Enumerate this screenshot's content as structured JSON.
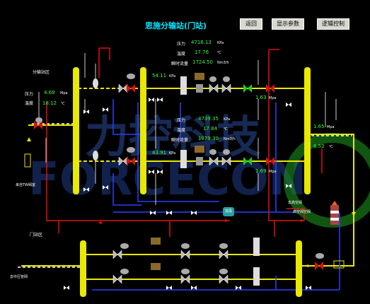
{
  "header": {
    "title": "思施分输站(门站)",
    "buttons": [
      "返回",
      "显示参数",
      "逻辑控制"
    ]
  },
  "zones": {
    "separation": "分输站区",
    "gate": "门站区",
    "from_tw": "来自TW阀室",
    "to_pipe": "去中压管网",
    "to_valve": "去高空阀",
    "from_valve": "高空阀空阀"
  },
  "left_inlet": {
    "pressure_label": "压力",
    "pressure": "4.68",
    "pressure_unit": "Mpa",
    "temp_label": "温度",
    "temp": "18.12",
    "temp_unit": "℃"
  },
  "meter_top": {
    "pressure_label": "压力",
    "pressure": "4716.13",
    "pressure_unit": "KPa",
    "temp_label": "温度",
    "temp": "17.76",
    "temp_unit": "℃",
    "flow_label": "瞬时流量",
    "flow": "1724.50",
    "flow_unit": "Nm3/h"
  },
  "meter_bottom": {
    "pressure_label": "压力",
    "pressure": "4739.35",
    "pressure_unit": "KPa",
    "temp_label": "温度",
    "temp": "17.84",
    "temp_unit": "℃",
    "flow_label": "瞬时流量",
    "flow": "1879.30",
    "flow_unit": "Nm3/h"
  },
  "line_values": {
    "top_left": "54.11",
    "top_left_unit": "KPa",
    "bottom_left": "43.91",
    "bottom_left_unit": "KPa",
    "top_right": "1.63",
    "top_right_unit": "Mpa",
    "bottom_right": "1.69",
    "bottom_right_unit": "Mpa",
    "right_pressure": "1.65",
    "right_pressure_unit": "Mpa",
    "right_temp": "6.52",
    "right_temp_unit": "℃"
  },
  "pump_label": "加臭",
  "watermark": "力控科技 FORCECON"
}
